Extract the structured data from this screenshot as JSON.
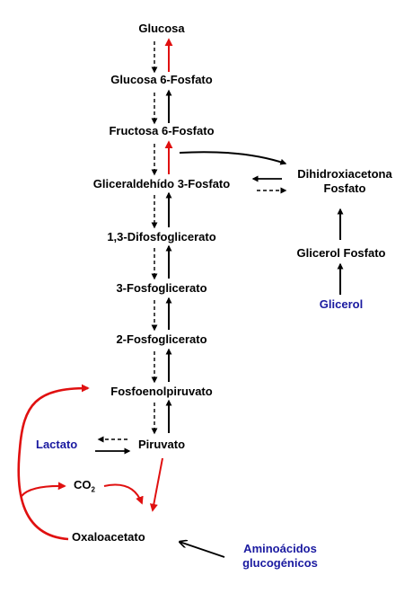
{
  "nodes": {
    "glucosa": "Glucosa",
    "g6p": "Glucosa 6-Fosfato",
    "f6p": "Fructosa 6-Fosfato",
    "g3p": "Gliceraldehído 3-Fosfato",
    "dhap_line1": "Dihidroxiacetona",
    "dhap_line2": "Fosfato",
    "bpg": "1,3-Difosfoglicerato",
    "pg3": "3-Fosfoglicerato",
    "pg2": "2-Fosfoglicerato",
    "pep": "Fosfoenolpiruvato",
    "piruvato": "Piruvato",
    "oxaloacetato": "Oxaloacetato",
    "glicerol_fosfato": "Glicerol Fosfato",
    "glicerol": "Glicerol",
    "lactato": "Lactato",
    "co2_base": "CO",
    "co2_sub": "2",
    "aminoacidos_line1": "Aminoácidos",
    "aminoacidos_line2": "glucogénicos"
  },
  "colors": {
    "black": "#000000",
    "red": "#e01010",
    "blue": "#1a1aa0"
  }
}
